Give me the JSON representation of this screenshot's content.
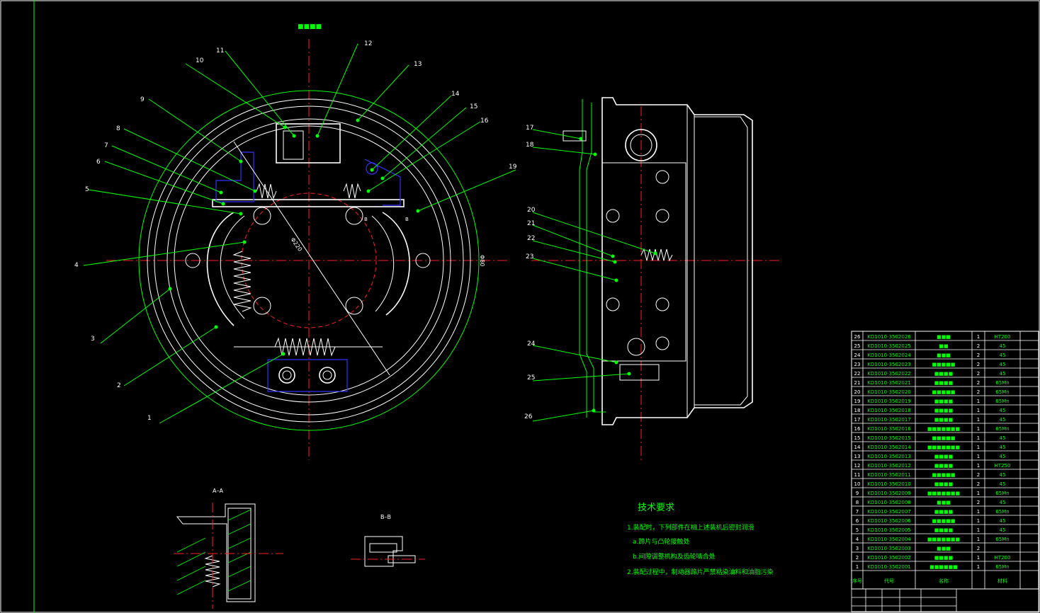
{
  "drawing": {
    "top_title": "■■■■",
    "front_view_labels": [
      "1",
      "2",
      "3",
      "4",
      "5",
      "6",
      "7",
      "8",
      "9",
      "10",
      "11",
      "12",
      "13",
      "14",
      "15",
      "16",
      "19"
    ],
    "side_view_labels": [
      "17",
      "18",
      "20",
      "21",
      "22",
      "23",
      "24",
      "25",
      "26"
    ],
    "section_aa": "A–A",
    "section_bb": "B–B",
    "dim_diameter": "Φ220",
    "dim_side": "Φ80",
    "cut_marks": [
      "B",
      "B"
    ]
  },
  "tech": {
    "title": "技术要求",
    "line1": "1.装配时，下列部件在相上述装机后密封润滑",
    "line2": "a.蹄片与凸轮接触处",
    "line3": "b.间隙调整机构及齿轮啮合处",
    "line4": "2.装配过程中，制动器蹄片严禁粘染油料和油脂污染"
  },
  "bom": {
    "rows": [
      {
        "no": "26",
        "code": "KD1010-3502026",
        "name": "■■■",
        "qty": "1",
        "mat": "HT200"
      },
      {
        "no": "25",
        "code": "KD1010-3502025",
        "name": "■■",
        "qty": "2",
        "mat": "45"
      },
      {
        "no": "24",
        "code": "KD1010-3502024",
        "name": "■■■",
        "qty": "2",
        "mat": "45"
      },
      {
        "no": "23",
        "code": "KD1010-3502023",
        "name": "■■■■■",
        "qty": "2",
        "mat": "45"
      },
      {
        "no": "22",
        "code": "KD1010-3502022",
        "name": "■■■■",
        "qty": "2",
        "mat": "45"
      },
      {
        "no": "21",
        "code": "KD1010-3502021",
        "name": "■■■■",
        "qty": "2",
        "mat": "65Mn"
      },
      {
        "no": "20",
        "code": "KD1010-3502020",
        "name": "■■■■■",
        "qty": "2",
        "mat": "65Mn"
      },
      {
        "no": "19",
        "code": "KD1010-3502019",
        "name": "■■■■",
        "qty": "1",
        "mat": "65Mn"
      },
      {
        "no": "18",
        "code": "KD1010-3502018",
        "name": "■■■■",
        "qty": "1",
        "mat": "45"
      },
      {
        "no": "17",
        "code": "KD1010-3502017",
        "name": "■■■■",
        "qty": "1",
        "mat": "45"
      },
      {
        "no": "16",
        "code": "KD1010-3502016",
        "name": "■■■■■■■",
        "qty": "1",
        "mat": "65Mn"
      },
      {
        "no": "15",
        "code": "KD1010-3502015",
        "name": "■■■■■",
        "qty": "1",
        "mat": "45"
      },
      {
        "no": "14",
        "code": "KD1010-3502014",
        "name": "■■■■■■■",
        "qty": "1",
        "mat": "45"
      },
      {
        "no": "13",
        "code": "KD1010-3502013",
        "name": "■■■■",
        "qty": "1",
        "mat": "45"
      },
      {
        "no": "12",
        "code": "KD1010-3502012",
        "name": "■■■■",
        "qty": "1",
        "mat": "HT250"
      },
      {
        "no": "11",
        "code": "KD1010-3502011",
        "name": "■■■■■",
        "qty": "2",
        "mat": "45"
      },
      {
        "no": "10",
        "code": "KD1010-3502010",
        "name": "■■■■",
        "qty": "2",
        "mat": "45"
      },
      {
        "no": "9",
        "code": "KD1010-3502009",
        "name": "■■■■■■■",
        "qty": "1",
        "mat": "65Mn"
      },
      {
        "no": "8",
        "code": "KD1010-3502008",
        "name": "■■■",
        "qty": "2",
        "mat": "45"
      },
      {
        "no": "7",
        "code": "KD1010-3502007",
        "name": "■■■■",
        "qty": "1",
        "mat": "65Mn"
      },
      {
        "no": "6",
        "code": "KD1010-3502006",
        "name": "■■■■■",
        "qty": "1",
        "mat": "45"
      },
      {
        "no": "5",
        "code": "KD1010-3502005",
        "name": "■■■■",
        "qty": "1",
        "mat": "45"
      },
      {
        "no": "4",
        "code": "KD1010-3502004",
        "name": "■■■■■■■",
        "qty": "1",
        "mat": "65Mn"
      },
      {
        "no": "3",
        "code": "KD1010-3502003",
        "name": "■■■",
        "qty": "2",
        "mat": ""
      },
      {
        "no": "2",
        "code": "KD1010-3502002",
        "name": "■■■■",
        "qty": "1",
        "mat": "HT200"
      },
      {
        "no": "1",
        "code": "KD1010-3502001",
        "name": "■■■■■■",
        "qty": "1",
        "mat": "65Mn"
      }
    ],
    "header_no": "序号",
    "header_code": "代号",
    "header_name": "名称",
    "header_mat": "材料"
  },
  "colors": {
    "bg": "#000000",
    "line": "#ffffff",
    "center": "#ff2020",
    "leader": "#00ff00",
    "part": "#3333ff"
  }
}
